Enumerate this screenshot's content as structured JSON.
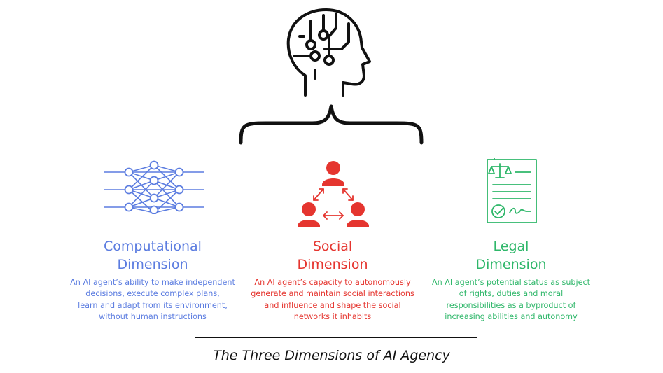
{
  "colors": {
    "computational": "#5b7ce0",
    "social": "#e5352f",
    "legal": "#2fb76a",
    "ink": "#111111"
  },
  "icons": {
    "head": "ai-head-circuit-icon",
    "brace": "curly-brace-icon",
    "computational": "neural-network-icon",
    "social": "social-network-people-icon",
    "legal": "legal-document-scales-icon"
  },
  "dimensions": [
    {
      "title_line1": "Computational",
      "title_line2": "Dimension",
      "desc": [
        "An AI agent’s ability to make  independent",
        "decisions,  execute  complex plans,",
        "learn and adapt from its environment,",
        "without human instructions"
      ]
    },
    {
      "title_line1": "Social",
      "title_line2": "Dimension",
      "desc": [
        "An AI agent’s capacity to autonomously",
        "generate and maintain social interactions",
        "and  influence and shape the social",
        "networks it inhabits"
      ]
    },
    {
      "title_line1": "Legal",
      "title_line2": "Dimension",
      "desc": [
        "An AI agent’s potential status as  subject",
        "of rights, duties and moral",
        "responsibilities as  a byproduct  of",
        "increasing abilities and autonomy"
      ]
    }
  ],
  "caption": "The Three Dimensions of AI Agency"
}
